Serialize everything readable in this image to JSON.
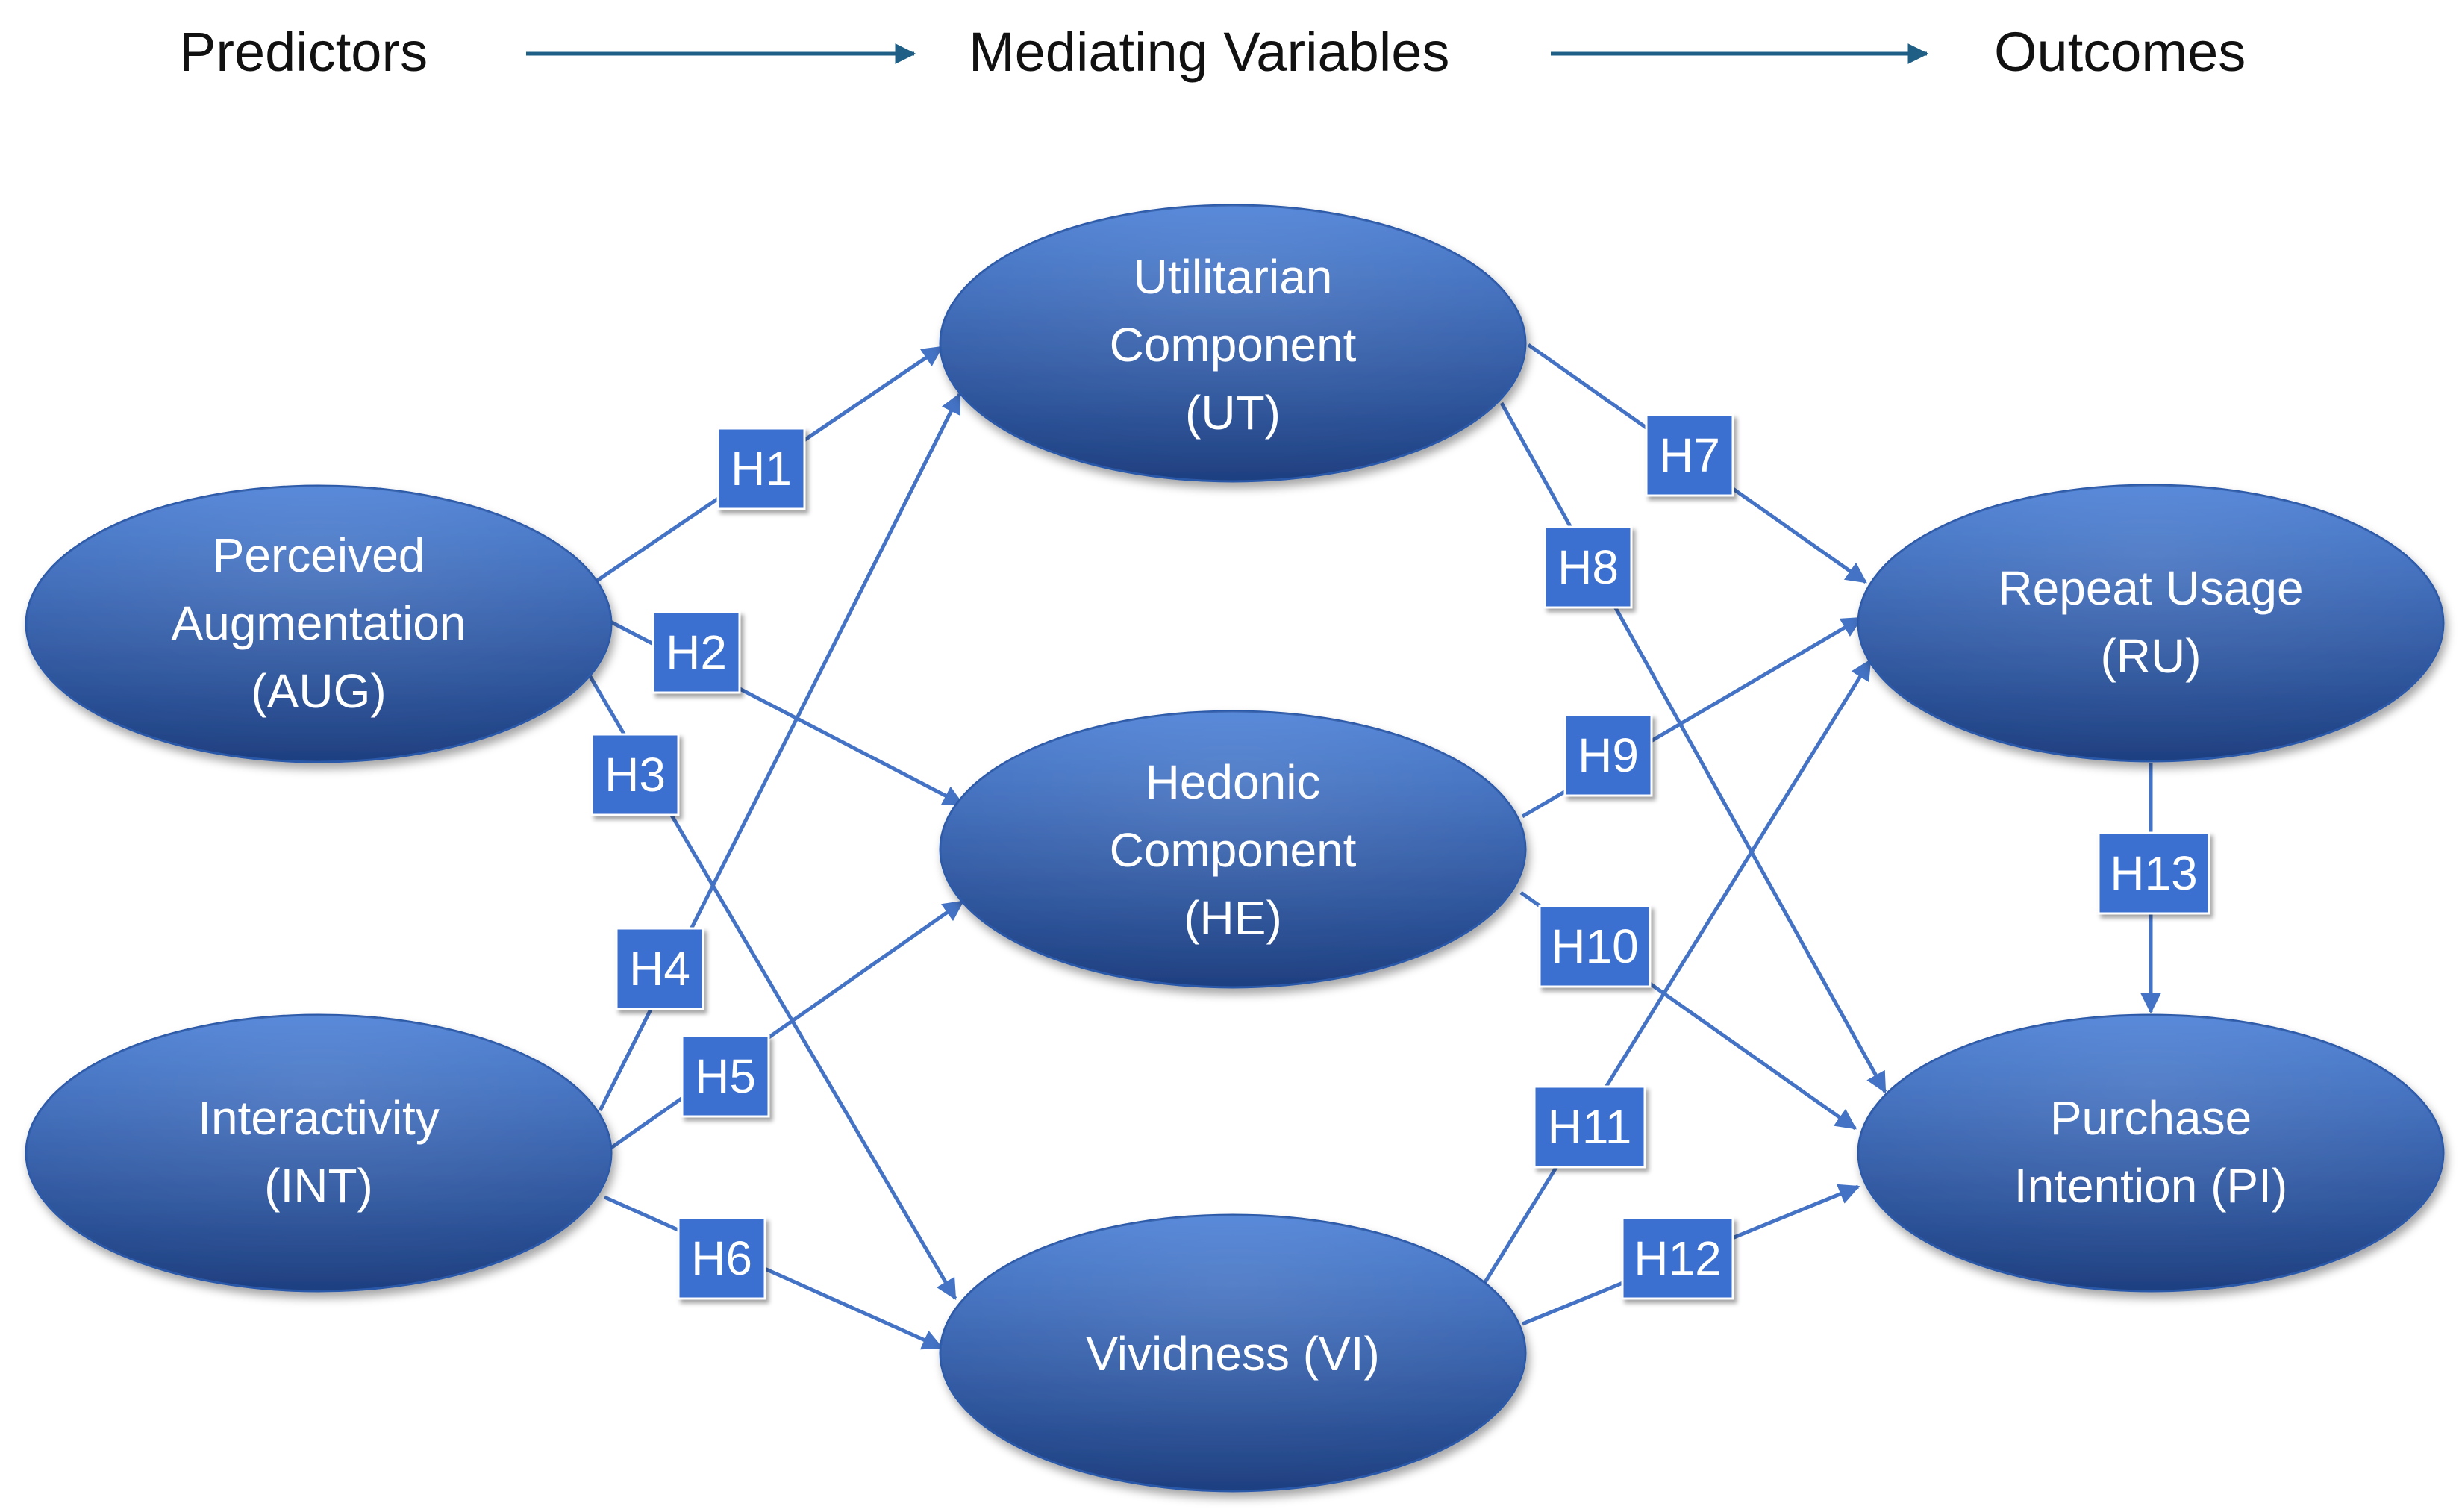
{
  "header": {
    "stages": [
      "Predictors",
      "Mediating Variables",
      "Outcomes"
    ]
  },
  "nodes": {
    "aug": [
      "Perceived",
      "Augmentation",
      "(AUG)"
    ],
    "int": [
      "Interactivity",
      "(INT)"
    ],
    "ut": [
      "Utilitarian",
      "Component",
      "(UT)"
    ],
    "he": [
      "Hedonic",
      "Component",
      "(HE)"
    ],
    "vi": [
      "Vividness (VI)"
    ],
    "ru": [
      "Repeat Usage",
      "(RU)"
    ],
    "pi": [
      "Purchase",
      "Intention (PI)"
    ]
  },
  "hypotheses": [
    "H1",
    "H2",
    "H3",
    "H4",
    "H5",
    "H6",
    "H7",
    "H8",
    "H9",
    "H10",
    "H11",
    "H12",
    "H13"
  ],
  "colors": {
    "node_top": "#4a7fd6",
    "node_bottom": "#1e3f80",
    "box": "#3b6fd0",
    "edge": "#4472c4",
    "header_arrow": "#1f5f86"
  }
}
